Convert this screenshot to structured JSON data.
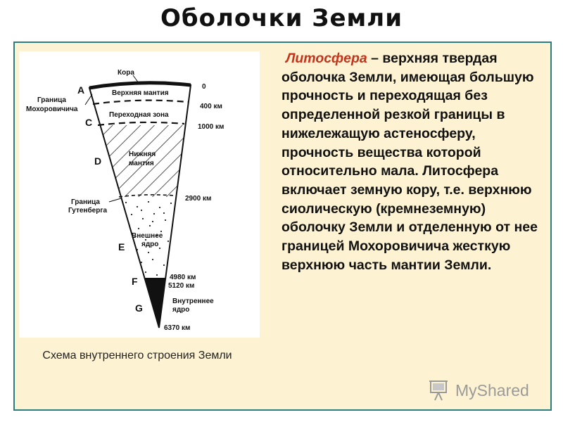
{
  "title": "Оболочки Земли",
  "caption": "Схема внутреннего строения Земли",
  "description": {
    "term": "Литосфера",
    "text": " – верхняя твердая оболочка Земли, имеющая большую прочность и переходящая без определенной резкой границы в нижележащую астеносферу, прочность вещества которой относительно мала. Литосфера включает земную кору, т.е. верхнюю сиолическую (кремнеземную) оболочку Земли и отделенную от нее границей Мохоровичича жесткую верхнюю часть мантии Земли."
  },
  "diagram": {
    "layers": {
      "crust": "Кора",
      "upper_mantle": "Верхняя мантия",
      "transition": "Переходная зона",
      "lower_mantle_1": "Нижняя",
      "lower_mantle_2": "мантия",
      "outer_core_1": "Внешнее",
      "outer_core_2": "ядро",
      "inner_core_1": "Внутреннее",
      "inner_core_2": "ядро"
    },
    "boundaries": {
      "moho_1": "Граница",
      "moho_2": "Мохоровичича",
      "gutenberg_1": "Граница",
      "gutenberg_2": "Гутенберга"
    },
    "depths": [
      "0",
      "400 км",
      "1000 км",
      "2900 км",
      "4980 км",
      "5120 км",
      "6370 км"
    ],
    "letters": [
      "A",
      "C",
      "D",
      "E",
      "F",
      "G"
    ]
  },
  "watermark": "MyShared"
}
